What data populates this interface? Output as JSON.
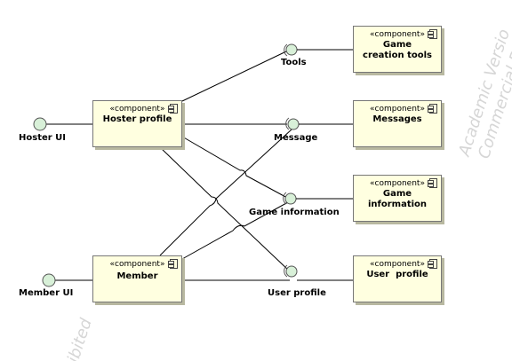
{
  "stereotype": "«component»",
  "components": {
    "hoster_profile": "Hoster profile",
    "member": "Member",
    "game_creation_tools": "Game creation tools",
    "messages": "Messages",
    "game_information": "Game information",
    "user_profile": "User  profile"
  },
  "interfaces": {
    "hoster_ui": "Hoster UI",
    "member_ui": "Member UI",
    "tools": "Tools",
    "message": "Message",
    "game_information": "Game information",
    "user_profile": "User profile"
  },
  "watermarks": {
    "line1": "Academic Versio",
    "line2": "Commercial Deve",
    "line3": "ibited"
  }
}
